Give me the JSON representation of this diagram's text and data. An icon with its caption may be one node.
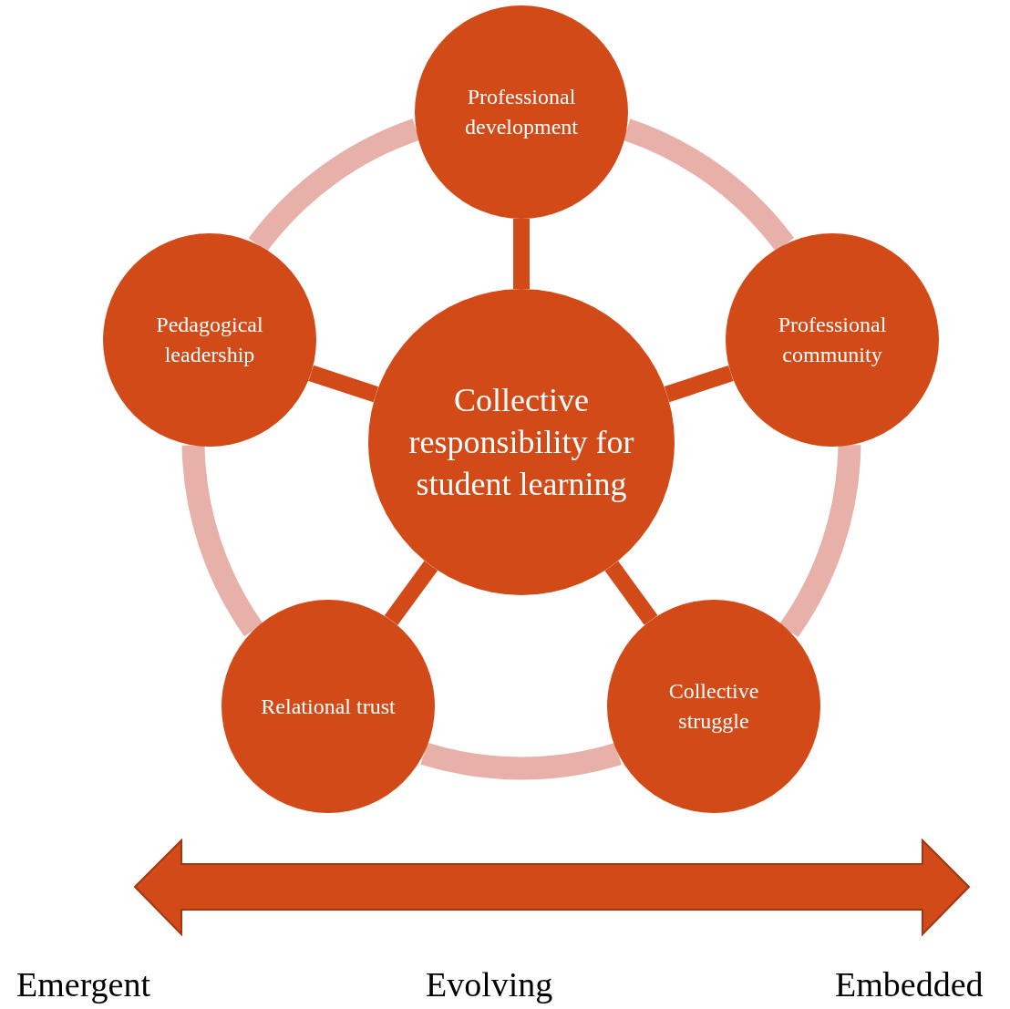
{
  "diagram": {
    "nodes": [
      {
        "text": [
          "Collective responsibility for student learning"
        ]
      },
      {
        "text": [
          "Professional development"
        ]
      },
      {
        "text": [
          "Professional community"
        ]
      },
      {
        "text": [
          "Collective struggle"
        ]
      },
      {
        "text": [
          "Relational trust"
        ]
      },
      {
        "text": [
          "Pedagogical leadership"
        ]
      }
    ],
    "edges": [
      {
        "from": 0,
        "to": 1,
        "arrow": "none"
      },
      {
        "from": 0,
        "to": 2,
        "arrow": "none"
      },
      {
        "from": 0,
        "to": 3,
        "arrow": "none"
      },
      {
        "from": 0,
        "to": 4,
        "arrow": "none"
      },
      {
        "from": 0,
        "to": 5,
        "arrow": "none"
      },
      {
        "from": 1,
        "to": 2,
        "arrow": "none",
        "color": "#e7b1a9"
      },
      {
        "from": 2,
        "to": 3,
        "arrow": "none",
        "color": "#e7b1a9"
      },
      {
        "from": 3,
        "to": 4,
        "arrow": "none",
        "color": "#e7b1a9"
      },
      {
        "from": 4,
        "to": 5,
        "arrow": "none",
        "color": "#e7b1a9"
      },
      {
        "from": 5,
        "to": 1,
        "arrow": "none",
        "color": "#e7b1a9"
      }
    ],
    "labels": [
      "Emergent",
      "Evolving",
      "Embedded"
    ]
  }
}
